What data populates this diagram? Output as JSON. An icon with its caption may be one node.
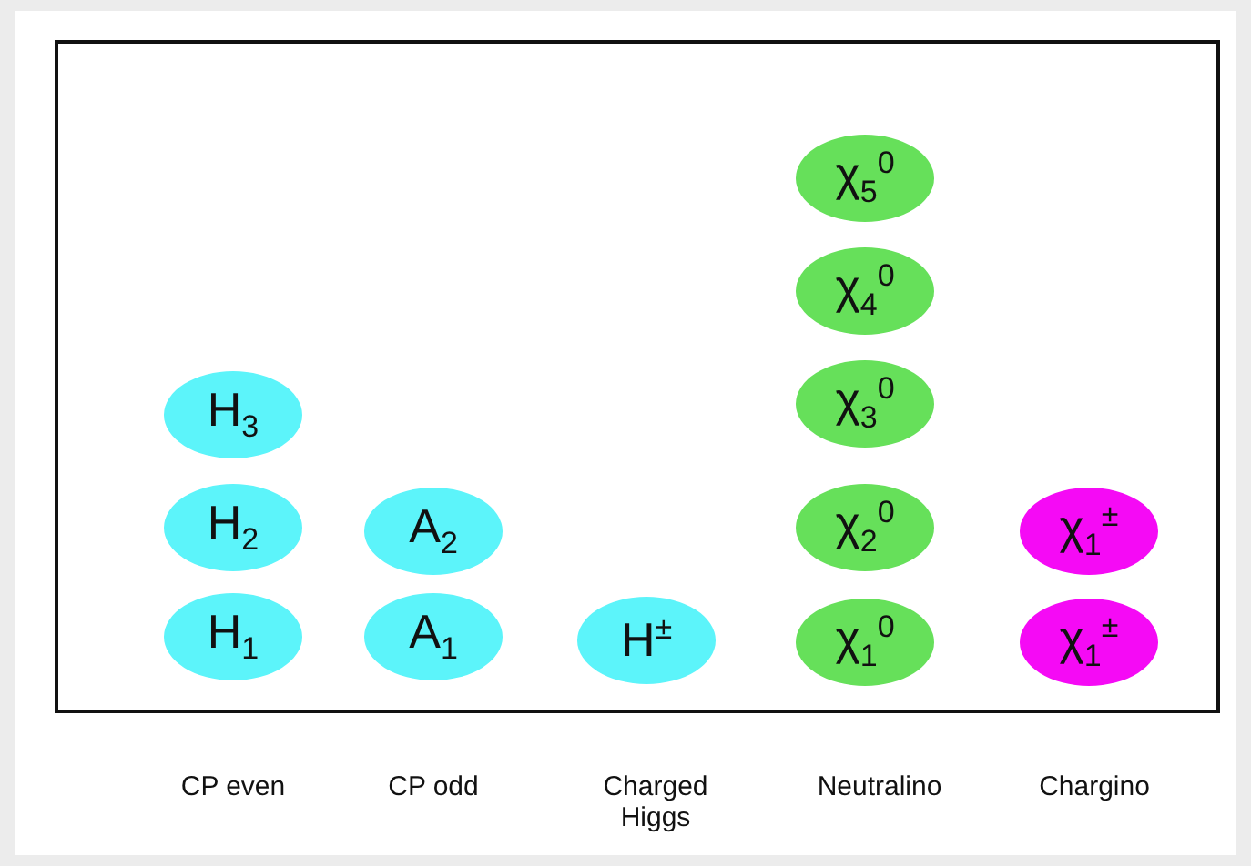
{
  "diagram": {
    "nodes": [
      {
        "text": [
          "χ$_{5}$$^{0}$"
        ]
      },
      {
        "text": [
          "χ$_{4}$$^{0}$"
        ]
      },
      {
        "text": [
          "H$_{3}$"
        ]
      },
      {
        "text": [
          "χ$_{3}$$^{0}$"
        ]
      },
      {
        "text": [
          "H$_{2}$"
        ]
      },
      {
        "text": [
          "A$_{2}$"
        ]
      },
      {
        "text": [
          "χ$_{2}$$^{0}$"
        ]
      },
      {
        "text": [
          "χ$_{1}$$^{±}$"
        ]
      },
      {
        "text": [
          "H$_{1}$"
        ]
      },
      {
        "text": [
          "A$_{1}$"
        ]
      },
      {
        "text": [
          "H$^{±}$"
        ]
      },
      {
        "text": [
          "χ$_{1}$$^{0}$"
        ]
      },
      {
        "text": [
          "χ$_{1}$$^{±}$"
        ]
      }
    ],
    "labels": [
      "CP even",
      "CP odd",
      "Charged Higgs",
      "Neutralino",
      "Chargino"
    ]
  }
}
